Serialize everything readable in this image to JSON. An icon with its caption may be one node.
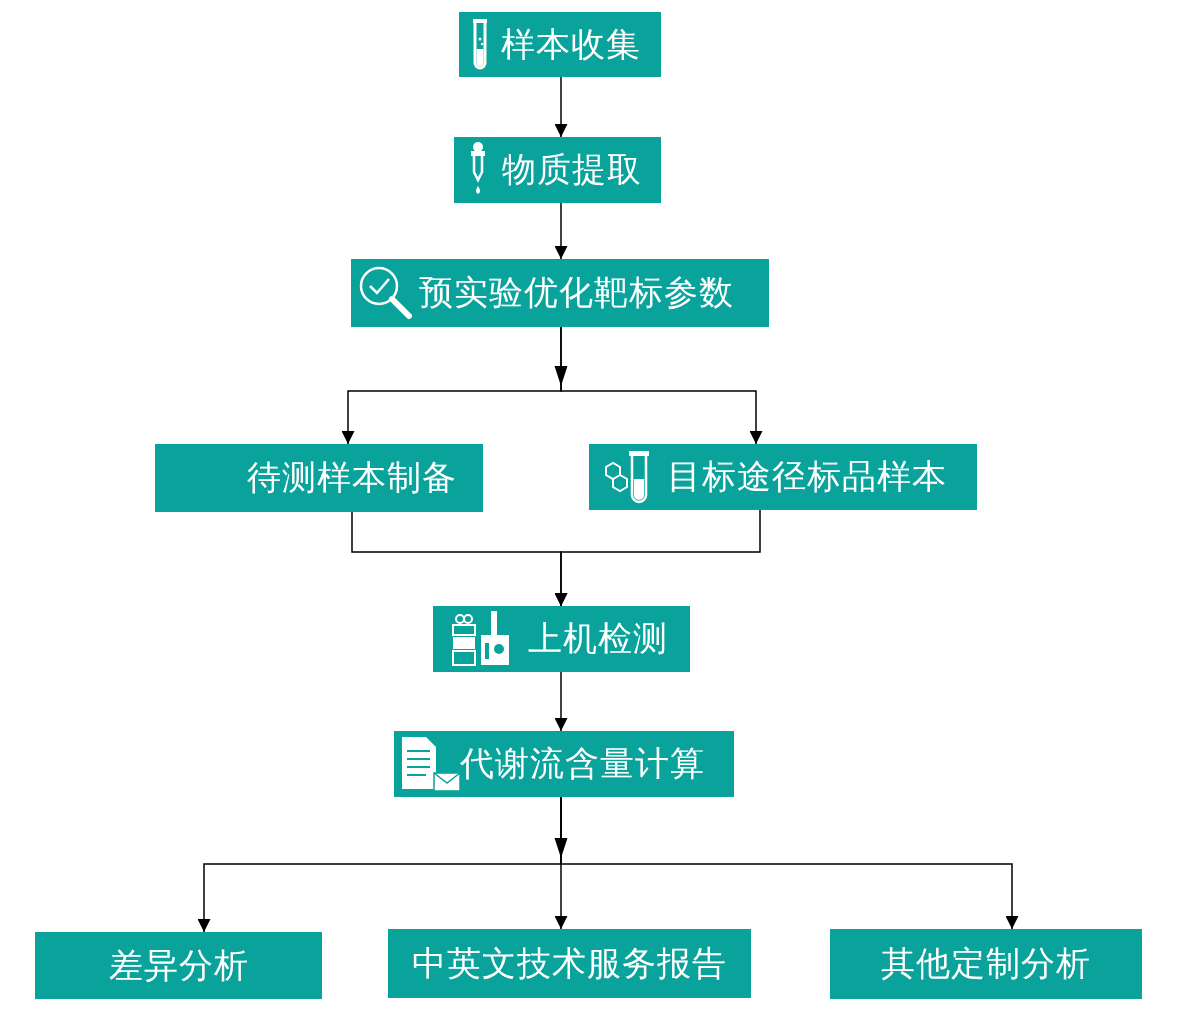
{
  "diagram": {
    "nodes": [
      {
        "text": [
          "样本收集"
        ]
      },
      {
        "text": [
          "物质提取"
        ]
      },
      {
        "text": [
          "预实验优化靶标参数"
        ]
      },
      {
        "text": [
          "待测样本制备"
        ]
      },
      {
        "text": [
          "目标途径标品样本"
        ]
      },
      {
        "text": [
          "上机检测"
        ]
      },
      {
        "text": [
          "代谢流含量计算"
        ]
      },
      {
        "text": [
          "差异分析"
        ]
      },
      {
        "text": [
          "中英文技术服务报告"
        ]
      },
      {
        "text": [
          "其他定制分析"
        ]
      }
    ],
    "edges": [
      {
        "from": 0,
        "to": 1,
        "arrow": "to"
      },
      {
        "from": 1,
        "to": 2,
        "arrow": "to"
      },
      {
        "from": 2,
        "to": 3,
        "arrow": "to"
      },
      {
        "from": 2,
        "to": 4,
        "arrow": "to"
      },
      {
        "from": 3,
        "to": 5,
        "arrow": "to"
      },
      {
        "from": 4,
        "to": 5,
        "arrow": "to"
      },
      {
        "from": 5,
        "to": 6,
        "arrow": "to"
      },
      {
        "from": 6,
        "to": 7,
        "arrow": "to"
      },
      {
        "from": 6,
        "to": 8,
        "arrow": "to"
      },
      {
        "from": 6,
        "to": 9,
        "arrow": "to"
      }
    ]
  }
}
